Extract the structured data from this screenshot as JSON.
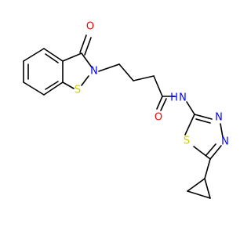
{
  "molecule": {
    "atoms": [
      {
        "id": "O1",
        "symbol": "O",
        "color": "#ff0000"
      },
      {
        "id": "N2",
        "symbol": "N",
        "color": "#0000ff"
      },
      {
        "id": "S3",
        "symbol": "S",
        "color": "#cccc00"
      },
      {
        "id": "O4",
        "symbol": "O",
        "color": "#ff0000"
      },
      {
        "id": "N5",
        "symbol": "N",
        "color": "#0000ff"
      },
      {
        "id": "H5",
        "symbol": "H",
        "color": "#0000ff"
      },
      {
        "id": "N6",
        "symbol": "N",
        "color": "#0000ff"
      },
      {
        "id": "N7",
        "symbol": "N",
        "color": "#0000ff"
      },
      {
        "id": "S8",
        "symbol": "S",
        "color": "#cccc00"
      }
    ]
  }
}
